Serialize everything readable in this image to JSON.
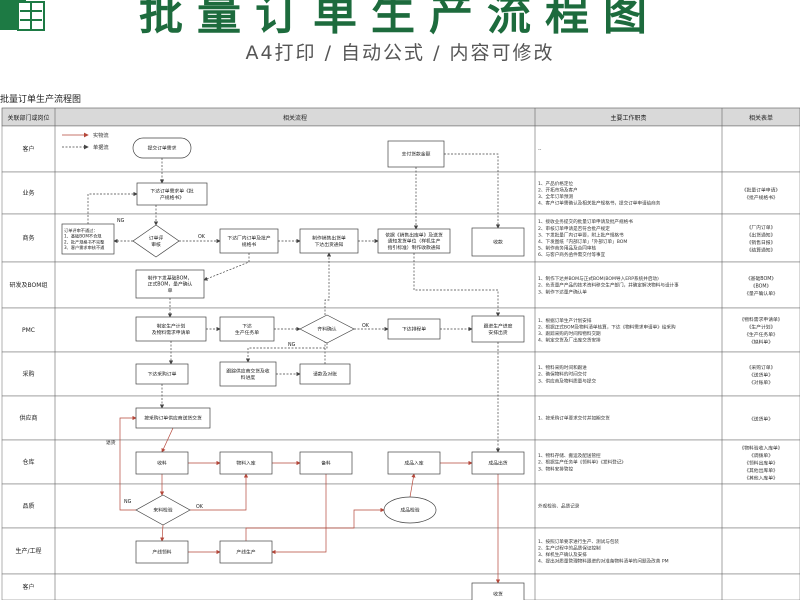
{
  "banner": {
    "title": "批量订单生产流程图",
    "subtitle": "A4打印 / 自动公式 / 内容可修改"
  },
  "sheet": {
    "title": "批量订单生产流程图",
    "headers": [
      "关联部门或岗位",
      "相关流程",
      "主要工作职责",
      "相关表单"
    ],
    "rows": [
      {
        "dept": "客户",
        "duties": [
          "--"
        ],
        "forms": []
      },
      {
        "dept": "业务",
        "duties": [
          "1、产品价格定位",
          "2、开拓市场及客户",
          "3、全年订单预测",
          "4、客户订单需确认及相关批产规格书，提交订单申请给商务"
        ],
        "forms": [
          "《批量订单申请》",
          "《批产规格书》"
        ]
      },
      {
        "dept": "商务",
        "duties": [
          "1、接收业务提交的批量订单申请及批产规格书",
          "2、审核订单申请是否符合批产规定",
          "3、下发批量厂内订单要，附上批产规格书",
          "4、下发图纸「内部订单」「外部订单」BOM",
          "5、制作商务用品及合同审核",
          "6、与客户商务函件需交付等事宜"
        ],
        "forms": [
          "《厂内订单》",
          "《出货通知》",
          "《销售日报》",
          "《结算通知》"
        ]
      },
      {
        "dept": "研发及BOM组",
        "duties": [
          "1、制作下达并BOM与正式BOM(BOM导入ERP系统并启动)",
          "2、负责量产产品的技术资料移交生产部门，并确定解决物料与设计事",
          "3、制作下达量产确认单"
        ],
        "forms": [
          "《基础BOM》",
          "《BOM》",
          "《量产确认单》"
        ]
      },
      {
        "dept": "PMC",
        "duties": [
          "1、根据订单生产计划安排",
          "2、根据正式BOM及物料清单核算，下达《物料需求申请单》给采购",
          "3、跟踪采购的时间和物料交期",
          "4、制定交货及厂出库交货安排"
        ],
        "forms": [
          "《物料需求申请单》",
          "《生产计划》",
          "《生产任务单》",
          "《缺料单》"
        ]
      },
      {
        "dept": "采购",
        "duties": [
          "1、物料采购时间和跟进",
          "2、确保物料的时间交付",
          "3、供应商及物料质量与提交"
        ],
        "forms": [
          "《采购订单》",
          "《送货单》",
          "《对账单》"
        ]
      },
      {
        "dept": "供应商",
        "duties": [
          "1、按采购订单要求交付并如期交货"
        ],
        "forms": [
          "《送货单》"
        ]
      },
      {
        "dept": "仓库",
        "duties": [
          "1、物料存储、搬运及配送管控",
          "2、根据生产任务单《领料单》《发料登记》",
          "3、物料安排管控"
        ],
        "forms": [
          "《物料验收入库单》",
          "《调拨单》",
          "《领料出库单》",
          "《其他出库单》",
          "《其他入库单》"
        ]
      },
      {
        "dept": "品质",
        "duties": [
          "外观检验、品质记录"
        ],
        "forms": []
      },
      {
        "dept": "生产/工程",
        "duties": [
          "1、按照订单要求进行生产、测试与包装",
          "2、生产过程中的品质保证控制",
          "3、样机生产确认及安排",
          "4、提出对质量管理物料跟进的对准备物料清单的问题及改善 PM"
        ],
        "forms": []
      },
      {
        "dept": "客户",
        "duties": [],
        "forms": []
      }
    ]
  },
  "flow": {
    "legend": {
      "solid": "实物流",
      "dashed": "单据流"
    },
    "nodes": {
      "submit_demand": "提交订单需求",
      "order_apply": [
        "下达订单需求单《批",
        "产规格书》"
      ],
      "order_review": [
        "订单评",
        "审核"
      ],
      "reject_note": [
        "订单评审不通过：",
        "1、基础BOM不合规",
        "2、批产规格书不完整",
        "3、客户需求审核不通"
      ],
      "factory_order": [
        "下达厂内订单及批产",
        "规格书"
      ],
      "bom_release": [
        "制作下发基础BOM，",
        "正式BOM，量产确认",
        "单"
      ],
      "ship_notice": [
        "制作销售出货单",
        "下达出货通知"
      ],
      "delivery_plan": [
        "依据《销售出库单》及送货",
        "通知发货单位（样机生产",
        "指引标准）制作收款通知"
      ],
      "payment_confirm": "支付货款金额",
      "collect": "收款",
      "plan_purchase": [
        "制定生产计划",
        "及物料需求申请单"
      ],
      "issue_task": [
        "下达",
        "生产任务单"
      ],
      "material_check": "齐料确认",
      "issue_order": "下达排程单",
      "plan_follow": [
        "跟进生产进度",
        "安排出货"
      ],
      "purchase_order": "下达采购订单",
      "supplier_confirm": [
        "跟踪供应商交货及收",
        "料进度"
      ],
      "request_pay": "请款及对账",
      "supplier_ship": "按采购订单供应商送货交货",
      "receive": "收料",
      "material_in": "物料入库",
      "pick": "备料",
      "fg_in": "成品入库",
      "fg_out": "成品出货",
      "incoming_qc": "来料检验",
      "fg_qc": "成品检验",
      "prod_pick": "产线领料",
      "production": "产线生产",
      "customer_receive": "收货",
      "ok": "OK",
      "ng": "NG",
      "return": "退货"
    }
  }
}
